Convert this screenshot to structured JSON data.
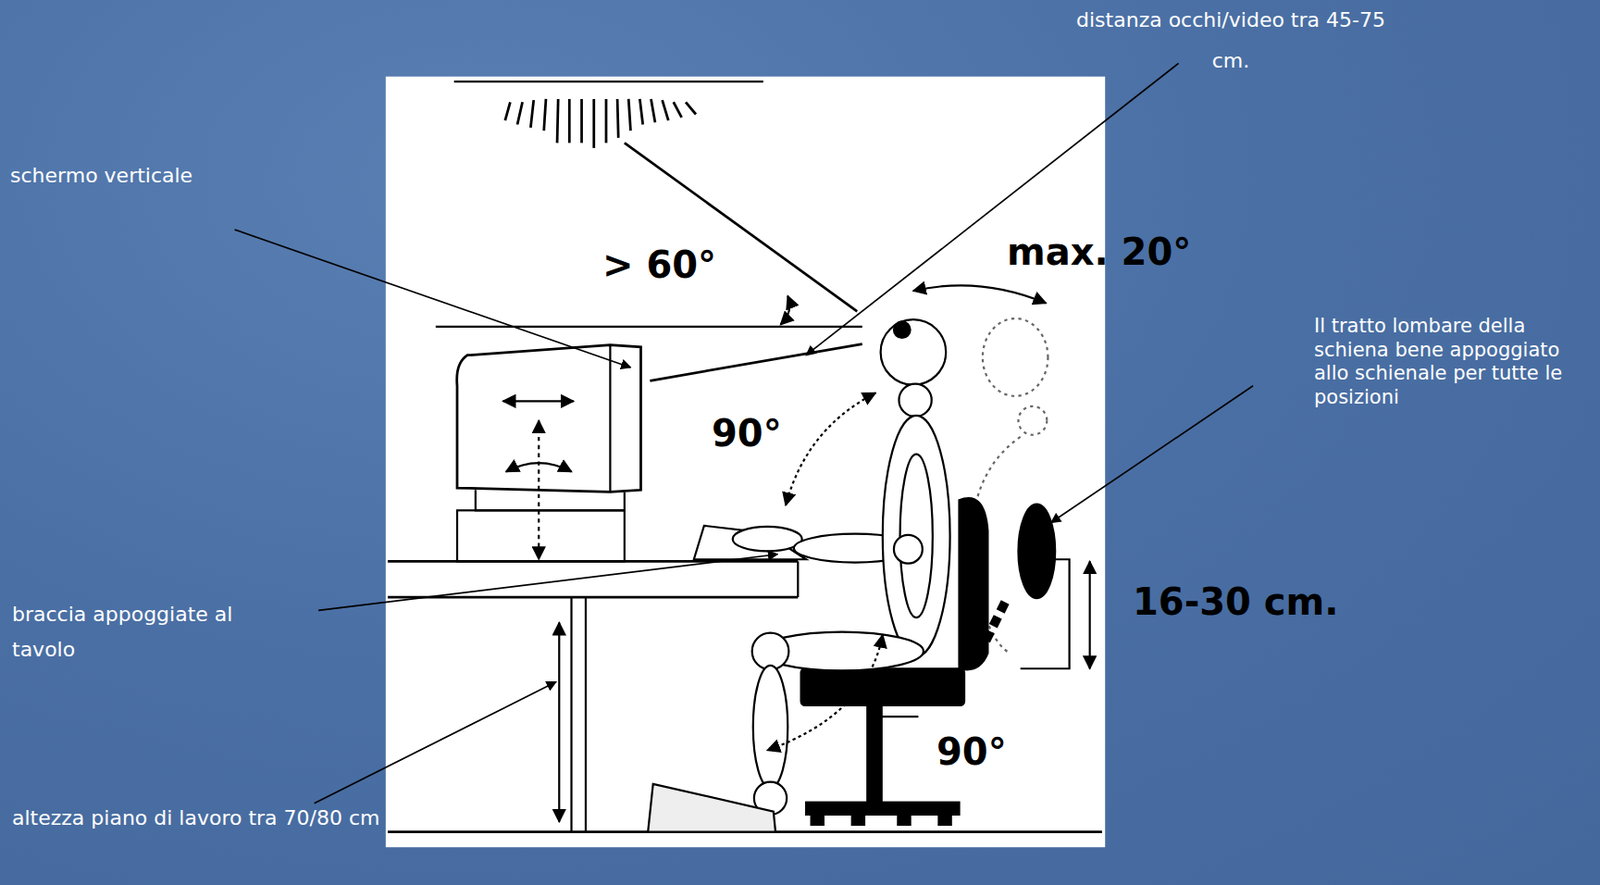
{
  "diagram": {
    "labels": [
      "distanza occhi/video tra 45-75 cm.",
      "schermo verticale",
      "> 60°",
      "max. 20°",
      "Il tratto lombare della schiena bene appoggiato allo schienale per tutte le posizioni",
      "90°",
      "16-30 cm.",
      "braccia appoggiate al tavolo",
      "90°",
      "altezza piano di lavoro tra 70/80 cm"
    ]
  }
}
